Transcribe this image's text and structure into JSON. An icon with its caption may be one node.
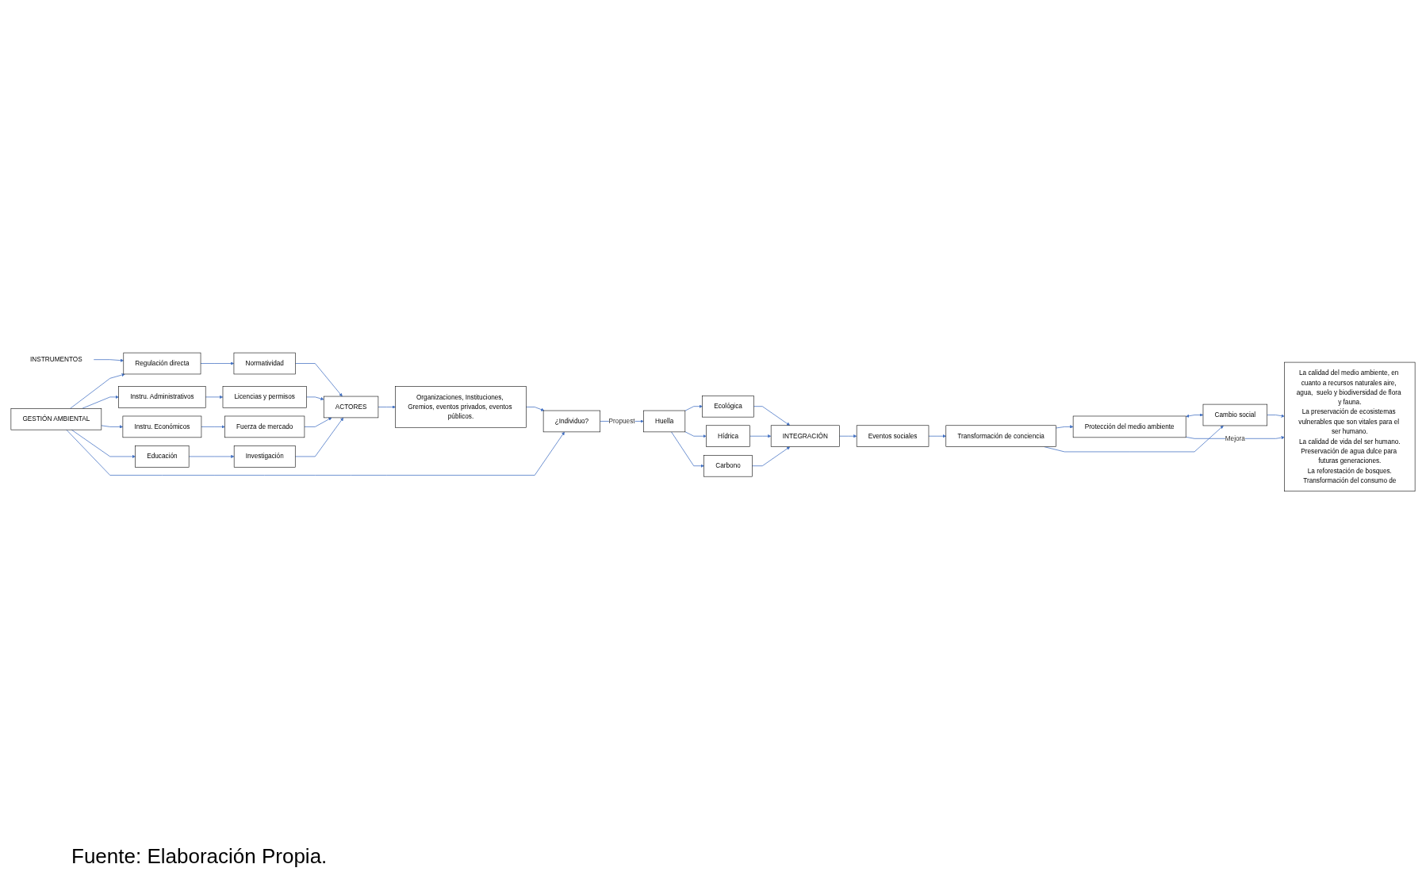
{
  "diagram": {
    "caption": "Fuente: Elaboración Propia.",
    "nodes": [
      {
        "text": [
          "GESTIÓN AMBIENTAL"
        ]
      },
      {
        "text": [
          "INSTRUMENTOS"
        ]
      },
      {
        "text": [
          "Regulación directa"
        ]
      },
      {
        "text": [
          "Instru. Administrativos"
        ]
      },
      {
        "text": [
          "Instru. Económicos"
        ]
      },
      {
        "text": [
          "Educación"
        ]
      },
      {
        "text": [
          "Normatividad"
        ]
      },
      {
        "text": [
          "Licencias y permisos"
        ]
      },
      {
        "text": [
          "Fuerza de mercado"
        ]
      },
      {
        "text": [
          "Investigación"
        ]
      },
      {
        "text": [
          "ACTORES"
        ]
      },
      {
        "text": [
          "Organizaciones, Instituciones, Gremios, eventos privados, eventos públicos."
        ]
      },
      {
        "text": [
          "¿Individuo?"
        ]
      },
      {
        "text": [
          "Huella"
        ]
      },
      {
        "text": [
          "Ecológica"
        ]
      },
      {
        "text": [
          "Hídrica"
        ]
      },
      {
        "text": [
          "Carbono"
        ]
      },
      {
        "text": [
          "INTEGRACIÓN"
        ]
      },
      {
        "text": [
          "Eventos sociales"
        ]
      },
      {
        "text": [
          "Transformación de conciencia"
        ]
      },
      {
        "text": [
          "Protección del medio ambiente"
        ]
      },
      {
        "text": [
          "Cambio social"
        ]
      },
      {
        "text": [
          "La calidad del medio ambiente, en cuanto a recursos naturales aire, agua,  suelo y biodiversidad de flora y fauna.",
          "La preservación de ecosistemas vulnerables que son vitales para el ser humano.",
          "La calidad de vida del ser humano.",
          "Preservación de agua dulce para futuras generaciones.",
          "La reforestación de bosques.",
          "Transformación del consumo de"
        ]
      }
    ],
    "edges": [
      {
        "from": 0,
        "to": 2,
        "arrow": "to"
      },
      {
        "from": 0,
        "to": 3,
        "arrow": "to"
      },
      {
        "from": 0,
        "to": 4,
        "arrow": "to"
      },
      {
        "from": 0,
        "to": 5,
        "arrow": "to"
      },
      {
        "from": 1,
        "to": 2,
        "arrow": "to"
      },
      {
        "from": 2,
        "to": 6,
        "arrow": "to"
      },
      {
        "from": 3,
        "to": 7,
        "arrow": "to"
      },
      {
        "from": 4,
        "to": 8,
        "arrow": "to"
      },
      {
        "from": 5,
        "to": 9,
        "arrow": "to"
      },
      {
        "from": 6,
        "to": 10,
        "arrow": "to"
      },
      {
        "from": 7,
        "to": 10,
        "arrow": "to"
      },
      {
        "from": 8,
        "to": 10,
        "arrow": "to"
      },
      {
        "from": 9,
        "to": 10,
        "arrow": "to"
      },
      {
        "from": 10,
        "to": 11,
        "arrow": "to"
      },
      {
        "from": 11,
        "to": 12,
        "arrow": "to"
      },
      {
        "from": 0,
        "to": 12,
        "arrow": "to"
      },
      {
        "from": 12,
        "to": 13,
        "label": "Propuest",
        "arrow": "to"
      },
      {
        "from": 13,
        "to": 14,
        "arrow": "to"
      },
      {
        "from": 13,
        "to": 15,
        "arrow": "to"
      },
      {
        "from": 13,
        "to": 16,
        "arrow": "to"
      },
      {
        "from": 14,
        "to": 17,
        "arrow": "to"
      },
      {
        "from": 15,
        "to": 17,
        "arrow": "to"
      },
      {
        "from": 16,
        "to": 17,
        "arrow": "to"
      },
      {
        "from": 17,
        "to": 18,
        "arrow": "to"
      },
      {
        "from": 18,
        "to": 19,
        "arrow": "to"
      },
      {
        "from": 19,
        "to": 20,
        "arrow": "to"
      },
      {
        "from": 19,
        "to": 21,
        "arrow": "to"
      },
      {
        "from": 20,
        "to": 21,
        "arrow": "both"
      },
      {
        "from": 20,
        "to": 22,
        "label": "Mejora",
        "arrow": "to"
      },
      {
        "from": 21,
        "to": 22,
        "arrow": "to"
      }
    ]
  }
}
